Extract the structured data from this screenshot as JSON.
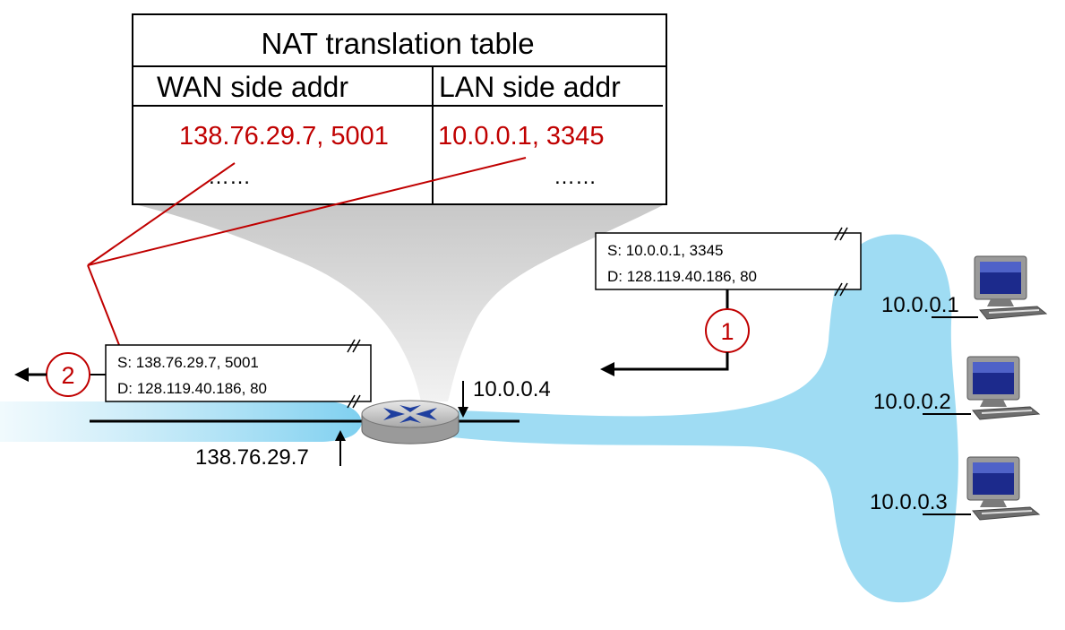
{
  "nat_table": {
    "title": "NAT translation table",
    "headers": [
      "WAN side addr",
      "LAN side addr"
    ],
    "row": {
      "wan": "138.76.29.7, 5001",
      "lan": "10.0.0.1, 3345"
    },
    "ellipsis_wan": "……",
    "ellipsis_lan": "……"
  },
  "packet_lan": {
    "src": "S: 10.0.0.1, 3345",
    "dst": "D: 128.119.40.186, 80"
  },
  "packet_wan": {
    "src": "S: 138.76.29.7, 5001",
    "dst": "D: 128.119.40.186, 80"
  },
  "router": {
    "lan_ip": "10.0.0.4",
    "wan_ip": "138.76.29.7"
  },
  "hosts": [
    {
      "ip": "10.0.0.1"
    },
    {
      "ip": "10.0.0.2"
    },
    {
      "ip": "10.0.0.3"
    }
  ],
  "steps": [
    "1",
    "2"
  ],
  "colors": {
    "accent": "#c00000",
    "network": "#9fdcf3",
    "router_blue": "#1f3f9f"
  }
}
